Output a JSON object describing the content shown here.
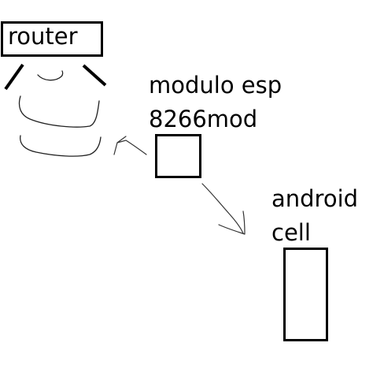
{
  "labels": {
    "router": "router",
    "esp_line1": "modulo esp",
    "esp_line2": "8266mod",
    "android_line1": "android",
    "android_line2": "cell"
  },
  "colors": {
    "ink": "#000000",
    "background": "#ffffff"
  }
}
